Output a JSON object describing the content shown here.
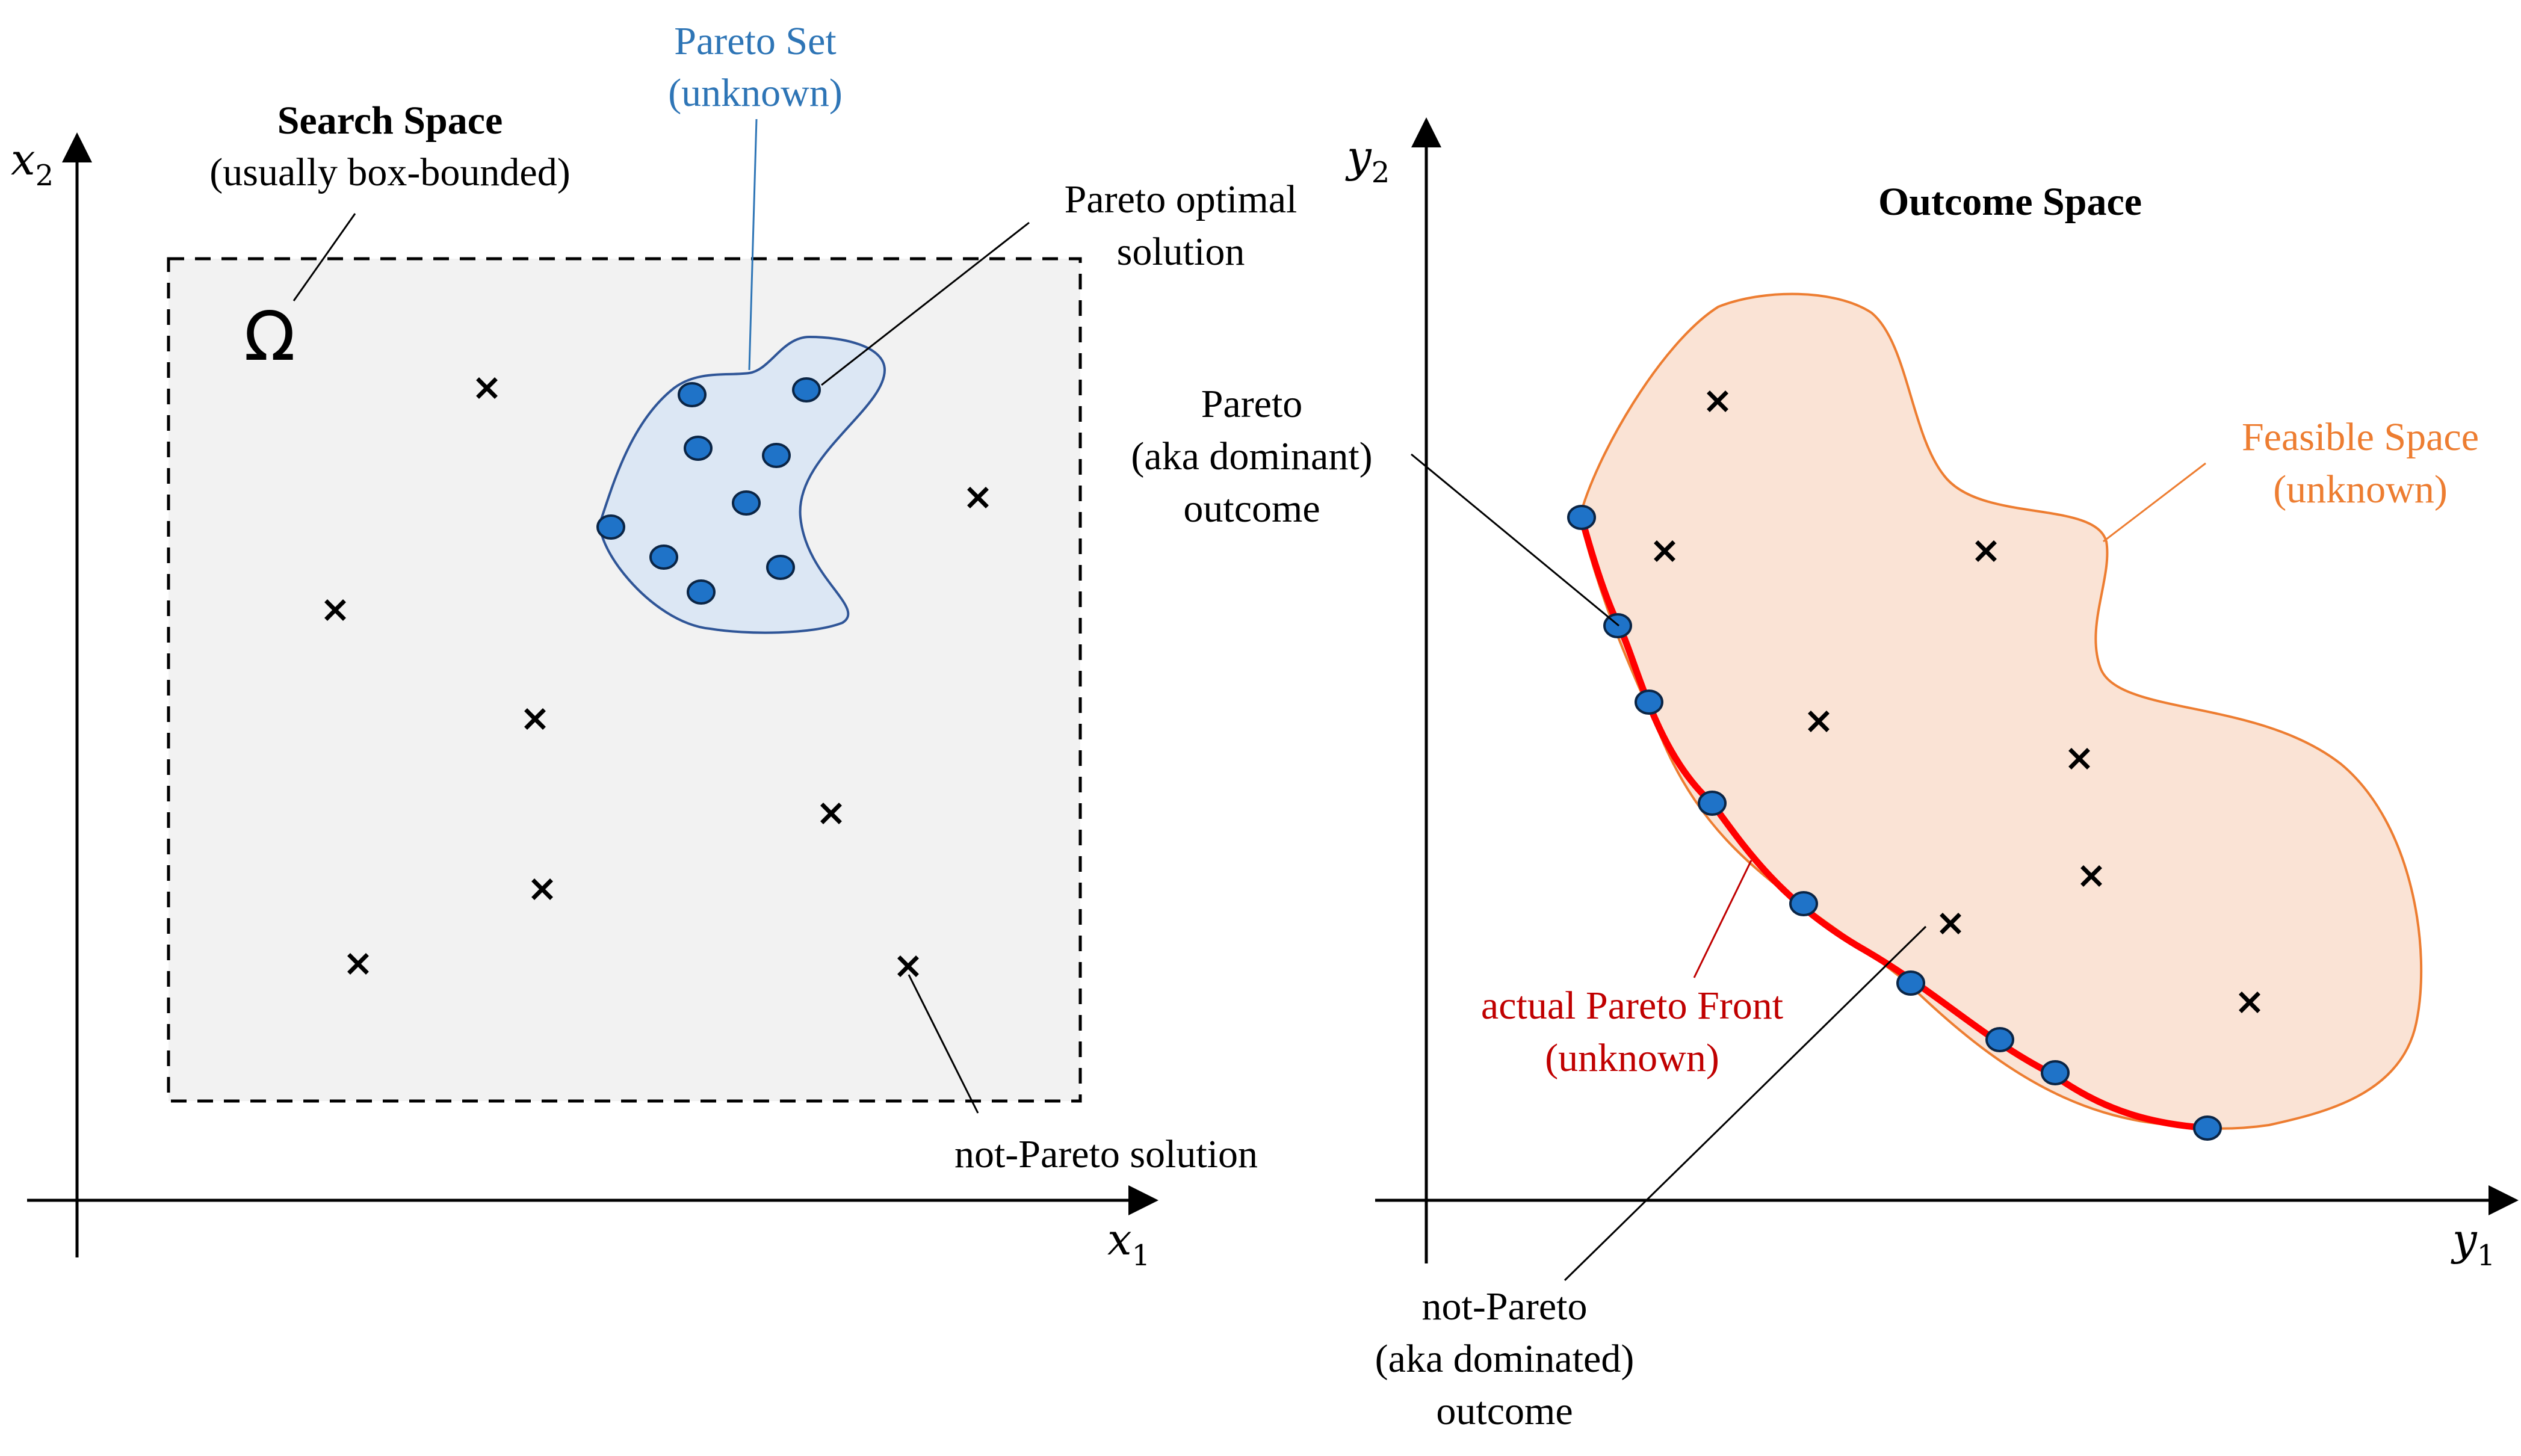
{
  "left_panel": {
    "title": "Search Space",
    "subtitle": "(usually box-bounded)",
    "omega_symbol": "Ω",
    "x_axis_var": "x",
    "x_axis_sub": "1",
    "y_axis_var": "x",
    "y_axis_sub": "2",
    "pareto_set_label_1": "Pareto Set",
    "pareto_set_label_2": "(unknown)",
    "pareto_optimal_label_1": "Pareto optimal",
    "pareto_optimal_label_2": "solution",
    "not_pareto_label": "not-Pareto solution"
  },
  "right_panel": {
    "title": "Outcome Space",
    "x_axis_var": "y",
    "x_axis_sub": "1",
    "y_axis_var": "y",
    "y_axis_sub": "2",
    "pareto_outcome_label_1": "Pareto",
    "pareto_outcome_label_2": "(aka dominant)",
    "pareto_outcome_label_3": "outcome",
    "feasible_label_1": "Feasible Space",
    "feasible_label_2": "(unknown)",
    "front_label_1": "actual Pareto Front",
    "front_label_2": "(unknown)",
    "not_pareto_label_1": "not-Pareto",
    "not_pareto_label_2": "(aka dominated)",
    "not_pareto_label_3": "outcome"
  },
  "colors": {
    "pareto_set_blue": "#2e75b6",
    "point_fill": "#1f73c8",
    "feasible_orange": "#ed7d31",
    "front_red": "#ff0000",
    "front_label_red": "#c00000",
    "box_fill": "#f2f2f2"
  }
}
